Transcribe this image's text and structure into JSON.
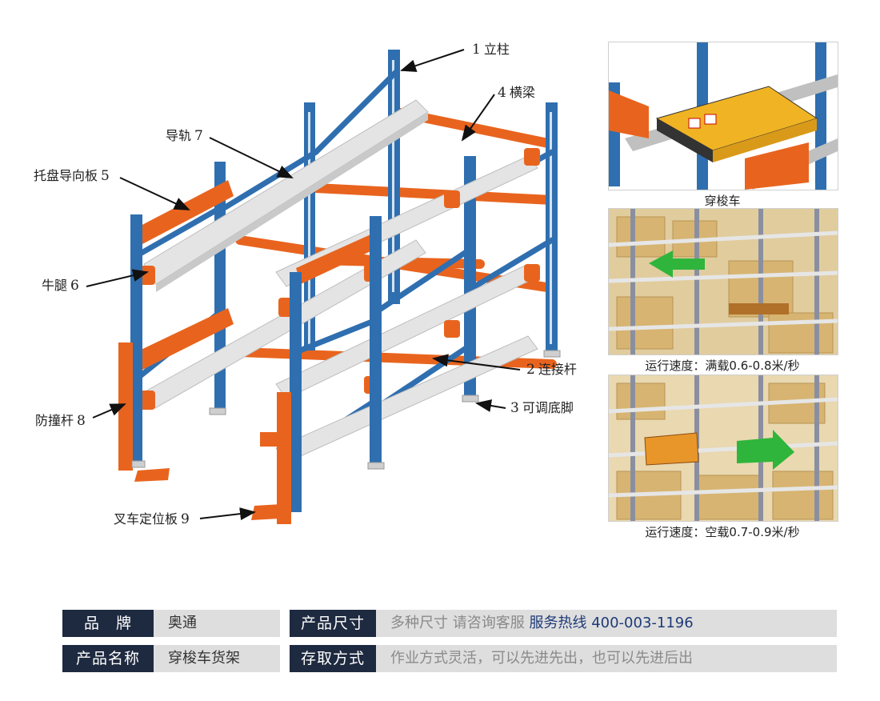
{
  "callouts": {
    "c1": {
      "num": "1",
      "label": "立柱"
    },
    "c2": {
      "num": "2",
      "label": "连接杆"
    },
    "c3": {
      "num": "3",
      "label": "可调底脚"
    },
    "c4": {
      "num": "4",
      "label": "横梁"
    },
    "c5": {
      "num": "5",
      "label": "托盘导向板"
    },
    "c6": {
      "num": "6",
      "label": "牛腿"
    },
    "c7": {
      "num": "7",
      "label": "导轨"
    },
    "c8": {
      "num": "8",
      "label": "防撞杆"
    },
    "c9": {
      "num": "9",
      "label": "叉车定位板"
    }
  },
  "photos": {
    "shuttle_caption": "穿梭车",
    "full_load_caption": "运行速度：满载0.6-0.8米/秒",
    "empty_load_caption": "运行速度：空载0.7-0.9米/秒"
  },
  "specs": {
    "brand_label": "品　牌",
    "brand_value": "奥通",
    "size_label": "产品尺寸",
    "size_text": "多种尺寸 请咨询客服",
    "hotline_label": "服务热线",
    "hotline_number": "400-003-1196",
    "name_label": "产品名称",
    "name_value": "穿梭车货架",
    "access_label": "存取方式",
    "access_value": "作业方式灵活，可以先进先出，也可以先进后出"
  },
  "colors": {
    "upright_blue": "#2f6fb0",
    "beam_orange": "#e8641e",
    "rail_grey": "#d8d8d8",
    "label_navy": "#1e2a40",
    "value_grey": "#dedede",
    "arrow_green": "#2fb53b",
    "shuttle_yellow": "#f0b323"
  }
}
